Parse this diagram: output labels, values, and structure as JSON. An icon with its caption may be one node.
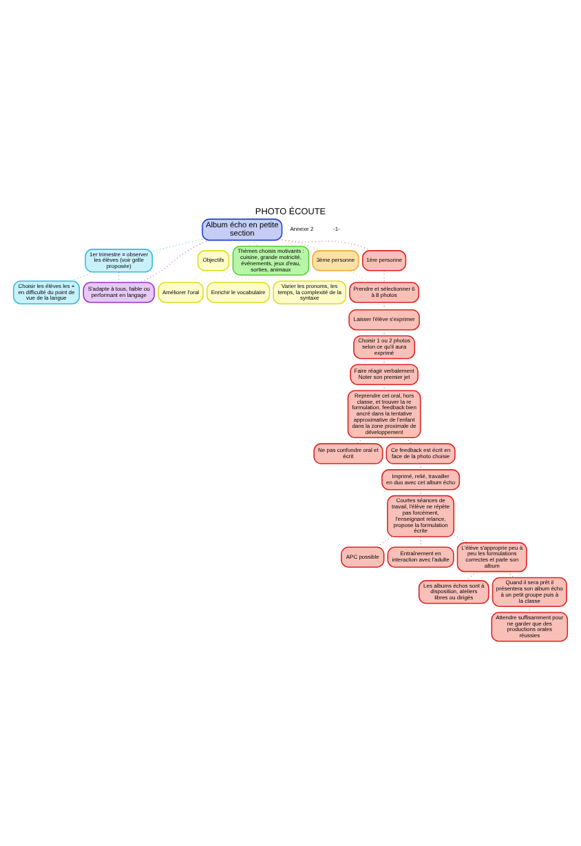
{
  "diagram": {
    "title": "PHOTO ÉCOUTE",
    "nodes": [
      {
        "text": [
          "Album écho en petite section"
        ]
      },
      {
        "text": [
          "1er trimestre = observer les élèves (voir grille proposée)"
        ]
      },
      {
        "text": [
          "Choisir les élèves les + en difficulté du point de vue de la langue"
        ]
      },
      {
        "text": [
          "S'adapte à tous, faible ou performant en langage"
        ]
      },
      {
        "text": [
          "Objectifs"
        ]
      },
      {
        "text": [
          "Améliorer l'oral"
        ]
      },
      {
        "text": [
          "Enrichir le vocabulaire"
        ]
      },
      {
        "text": [
          "Varier les pronoms, les temps, la complexité de la syntaxe"
        ]
      },
      {
        "text": [
          "Thèmes choisis motivants : cuisine, grande motricité, événements, jeux d'eau, sorties, animaux"
        ]
      },
      {
        "text": [
          "3ème personne"
        ]
      },
      {
        "text": [
          "1ère personne"
        ]
      },
      {
        "text": [
          "Prendre et sélectionner 6 à 8 photos"
        ]
      },
      {
        "text": [
          "Laisser l'élève s'exprimer"
        ]
      },
      {
        "text": [
          "Choisir 1 ou 2 photos selon ce qu'il aura exprimé"
        ]
      },
      {
        "text": [
          "Faire réagir verbalement Noter son premier jet"
        ]
      },
      {
        "text": [
          "Ne pas confondre oral et écrit"
        ]
      },
      {
        "text": [
          "Reprendre cet oral, hors classe, et trouver la re formulation, feedback bien ancré dans la tentative approximative de l'enfant dans la zone proximale de développement"
        ]
      },
      {
        "text": [
          "Ce feedback est écrit en face de la photo choisie"
        ]
      },
      {
        "text": [
          "Imprimé, relié, travailler en duo avec cet album écho"
        ]
      },
      {
        "text": [
          "Courtes séances de travail, l'élève ne répète pas forcément, l'enseignant relance, propose la formulation écrite"
        ]
      },
      {
        "text": [
          "APC possible"
        ]
      },
      {
        "text": [
          "Entraînement en interaction avec l'adulte"
        ]
      },
      {
        "text": [
          "L'élève s'approprie peu à peu les formulations correctes et parle son album"
        ]
      },
      {
        "text": [
          "Les albums échos sont à disposition, ateliers libres ou dirigés"
        ]
      },
      {
        "text": [
          "Quand il sera prêt il présentera son album écho à un petit groupe puis à la classe"
        ]
      },
      {
        "text": [
          "Attendre suffisamment pour ne garder que des productions orales réussies"
        ]
      }
    ],
    "edges": [
      {
        "from": 0,
        "to": 1,
        "arrow": "none",
        "color": "#33bbdd"
      },
      {
        "from": 1,
        "to": 2,
        "arrow": "none",
        "color": "#33bbdd"
      },
      {
        "from": 1,
        "to": 3,
        "arrow": "none",
        "color": "#9933cc"
      },
      {
        "from": 0,
        "to": 3,
        "arrow": "none",
        "color": "#9933cc"
      },
      {
        "from": 0,
        "to": 4,
        "arrow": "none",
        "color": "#dddd44"
      },
      {
        "from": 4,
        "to": 5,
        "arrow": "none",
        "color": "#dddd44"
      },
      {
        "from": 4,
        "to": 6,
        "arrow": "none",
        "color": "#dddd44"
      },
      {
        "from": 4,
        "to": 7,
        "arrow": "none",
        "color": "#dddd44"
      },
      {
        "from": 0,
        "to": 8,
        "arrow": "none",
        "color": "#66cc44"
      },
      {
        "from": 0,
        "to": 9,
        "arrow": "none",
        "color": "#eeaa33"
      },
      {
        "from": 9,
        "to": 11,
        "arrow": "none",
        "color": "#eeaa33"
      },
      {
        "from": 0,
        "to": 10,
        "arrow": "none"
      },
      {
        "from": 10,
        "to": 11,
        "arrow": "none"
      },
      {
        "from": 11,
        "to": 12,
        "arrow": "none"
      },
      {
        "from": 12,
        "to": 13,
        "arrow": "none"
      },
      {
        "from": 13,
        "to": 14,
        "arrow": "none"
      },
      {
        "from": 14,
        "to": 16,
        "arrow": "none"
      },
      {
        "from": 16,
        "to": 15,
        "arrow": "none"
      },
      {
        "from": 16,
        "to": 17,
        "arrow": "none"
      },
      {
        "from": 17,
        "to": 18,
        "arrow": "none"
      },
      {
        "from": 18,
        "to": 19,
        "arrow": "none"
      },
      {
        "from": 19,
        "to": 20,
        "arrow": "none"
      },
      {
        "from": 19,
        "to": 21,
        "arrow": "none"
      },
      {
        "from": 19,
        "to": 22,
        "arrow": "none"
      },
      {
        "from": 22,
        "to": 23,
        "arrow": "none"
      },
      {
        "from": 22,
        "to": 24,
        "arrow": "none"
      },
      {
        "from": 24,
        "to": 25,
        "arrow": "none"
      }
    ],
    "labels": [
      "Annexe 2",
      "-1-"
    ]
  }
}
